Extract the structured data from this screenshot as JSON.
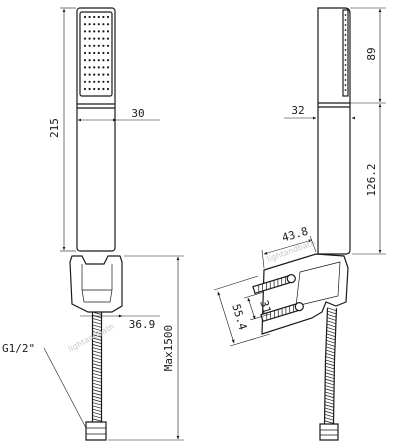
{
  "dimensions": {
    "front_height": "215",
    "front_width": "30",
    "side_spray_height": "89",
    "side_width": "32",
    "side_lower_height": "126.2",
    "holder_offset": "36.9",
    "hose_length": "Max1500",
    "thread": "G1/2\"",
    "bracket_depth": "43.8",
    "screw_spacing_outer": "55.4",
    "screw_spacing_inner": "31"
  },
  "watermark": "lightandbath"
}
